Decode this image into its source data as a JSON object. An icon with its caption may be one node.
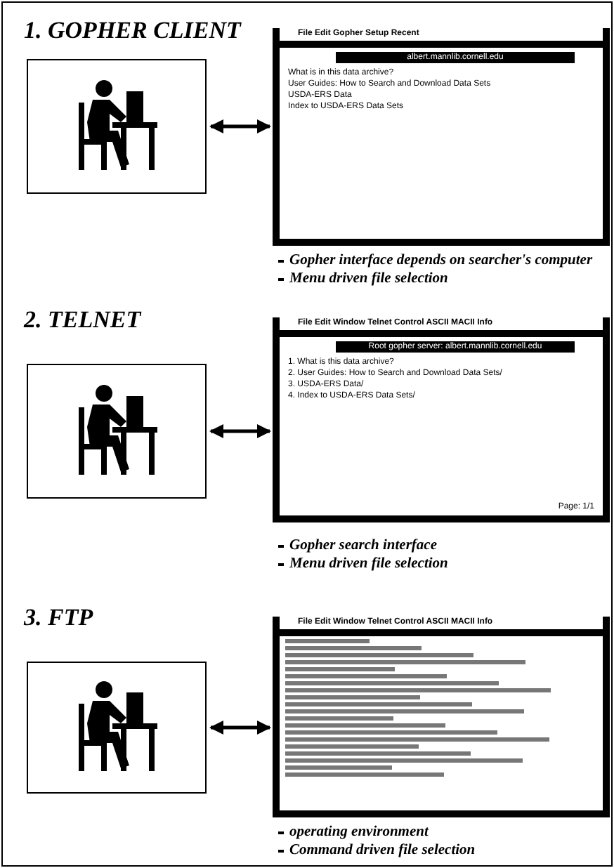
{
  "diagram": {
    "nodes": [
      {
        "text": [],
        "shape": "picture"
      },
      {
        "text": [
          "File Edit Gopher Setup Recent",
          "albert.mannlib.cornell.edu",
          "What is in this data archive?",
          "User Guides: How to Search and Download Data Sets",
          "USDA-ERS Data",
          "Index to USDA-ERS Data Sets"
        ]
      },
      {
        "text": [],
        "shape": "picture"
      },
      {
        "text": [
          "File Edit Window Telnet Control ASCII MACII Info",
          "Root gopher server: albert.mannlib.cornell.edu",
          "1. What is this data archive?",
          "2. User Guides: How to Search and Download Data Sets/",
          "3. USDA-ERS Data/",
          "4. Index to USDA-ERS Data Sets/",
          "Page: 1/1"
        ]
      },
      {
        "text": [],
        "shape": "picture"
      },
      {
        "text": [
          "File Edit Window Telnet Control ASCII MACII Info"
        ]
      }
    ],
    "edges": [
      {
        "from": 0,
        "to": 1,
        "arrow": "both"
      },
      {
        "from": 2,
        "to": 3,
        "arrow": "both"
      },
      {
        "from": 4,
        "to": 5,
        "arrow": "both"
      }
    ],
    "labels": [
      "1.  GOPHER CLIENT",
      "Gopher interface depends on searcher's computer",
      "Menu driven file selection",
      "2.  TELNET",
      "Gopher search interface",
      "Menu driven file selection",
      "3.  FTP",
      "operating environment",
      "Command driven file selection"
    ]
  }
}
